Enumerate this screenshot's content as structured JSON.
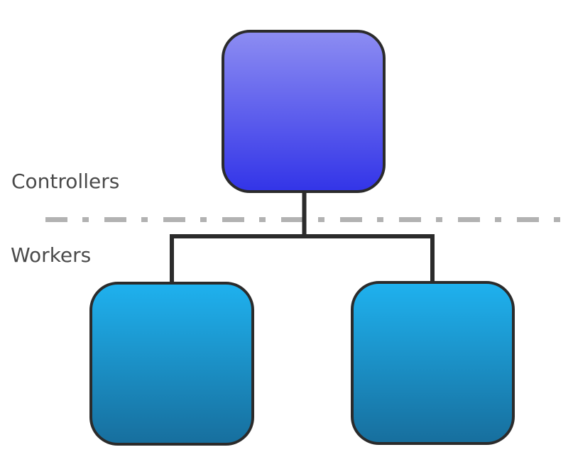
{
  "diagram": {
    "labels": {
      "controllers": "Controllers",
      "workers": "Workers"
    },
    "nodes": [
      {
        "id": "controller-node",
        "role": "controller",
        "zone": "Controllers"
      },
      {
        "id": "worker-node-1",
        "role": "worker",
        "zone": "Workers"
      },
      {
        "id": "worker-node-2",
        "role": "worker",
        "zone": "Workers"
      }
    ],
    "colors": {
      "background": "#ffffff",
      "controller_top": "#8c8cf2",
      "controller_bottom": "#3335e8",
      "worker_top": "#1fb1ee",
      "worker_bottom": "#176f9e",
      "node_border": "#2b2b2b",
      "connector": "#2b2b2b",
      "separator": "#b2b2b2",
      "label_text": "#4a4a4a"
    }
  }
}
